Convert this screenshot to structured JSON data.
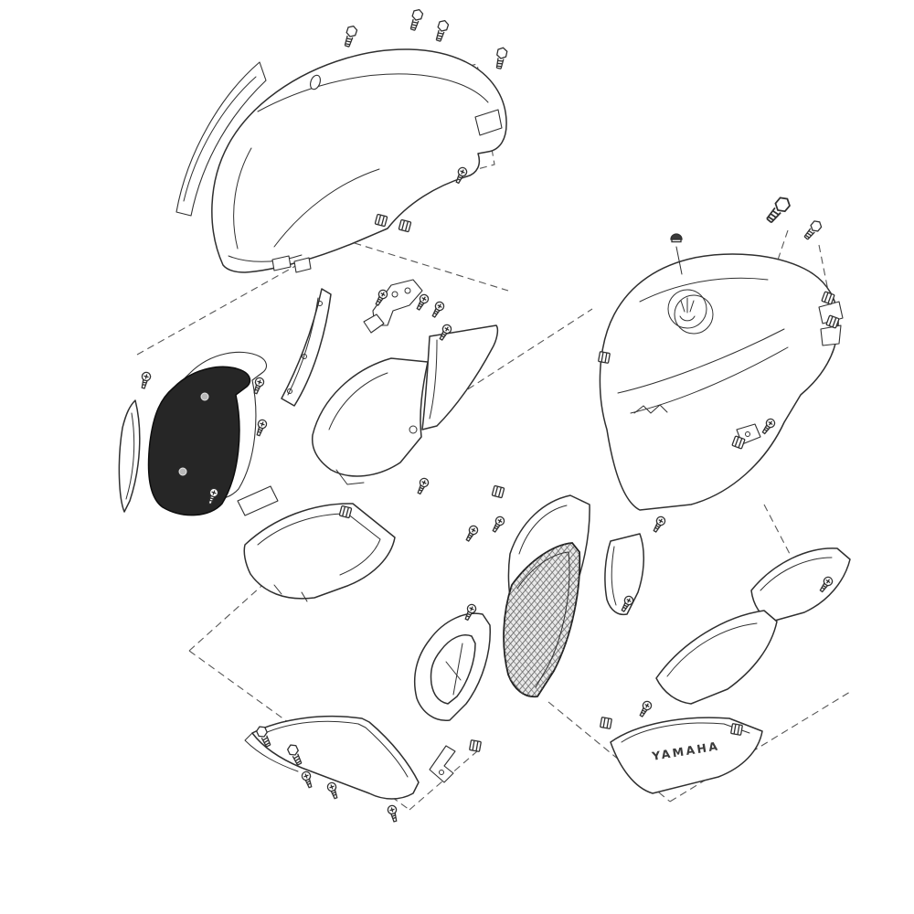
{
  "diagram": {
    "labels": {
      "brand": "YAMAHA"
    },
    "colors": {
      "background": "#ffffff",
      "stroke": "#2f2f2f",
      "dash": "#555555",
      "highlight": "#262626",
      "grille": "#555555"
    },
    "parts": [
      "windscreen-trim",
      "front-cowling",
      "mounting-bracket",
      "left-stay",
      "side-panel-highlighted",
      "inner-blade",
      "emblem-label",
      "center-inner-cowl",
      "upper-side-cowl",
      "lower-inner-panel",
      "air-duct-backing",
      "air-intake-grille",
      "intake-ring",
      "side-flap",
      "fuel-tank-assembly",
      "tank-logo",
      "rear-cowl-upper",
      "rear-cowl-lower",
      "tail-tray",
      "under-cowl",
      "l-bracket"
    ]
  }
}
